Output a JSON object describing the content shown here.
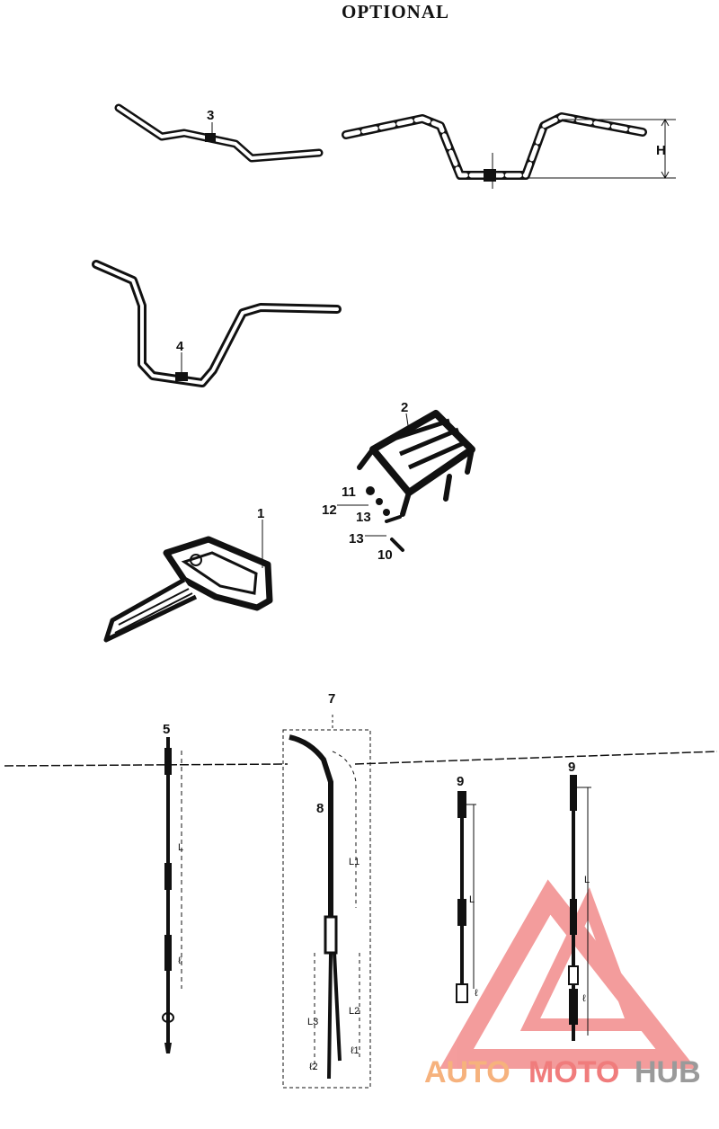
{
  "page": {
    "title": "OPTIONAL"
  },
  "parts": {
    "key": "1",
    "carrier": "2",
    "handlebar_low": "3",
    "handlebar_high": "4",
    "cable_5": "5",
    "cable_7": "7",
    "cable_8": "8",
    "cable_9": "9",
    "cable_9b": "9",
    "bolt_10": "10",
    "nut_11": "11",
    "washer_12": "12",
    "washer_13a": "13",
    "washer_13b": "13"
  },
  "dimensions": {
    "height": "H",
    "length": "L",
    "l1": "L1",
    "l2": "L2",
    "l3": "L3",
    "l_small": "ℓ",
    "l_small_1": "ℓ1",
    "l_small_2": "ℓ2"
  },
  "watermark": {
    "part1": "AUTO",
    "part2": "MOTO",
    "part3": "HUB"
  },
  "colors": {
    "ink": "#111111",
    "watermark_red": "#f07c7c",
    "watermark_orange": "#f6b27d",
    "watermark_gray": "#9a9a9a"
  }
}
